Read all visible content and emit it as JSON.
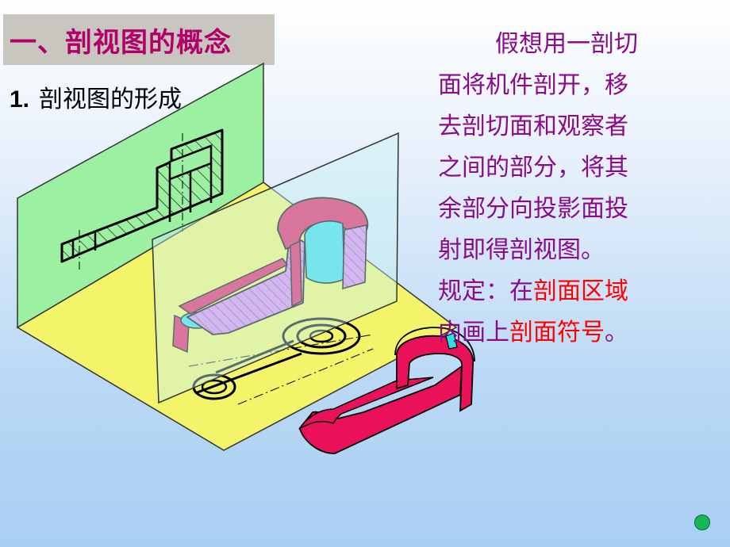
{
  "title": "一、剖视图的概念",
  "subtitle": {
    "number": "1.",
    "text": "剖视图的形成"
  },
  "description": {
    "line1": "假想用一剖切",
    "line2": "面将机件剖开，移",
    "line3": "去剖切面和观察者",
    "line4": "之间的部分，将其",
    "line5": "余部分向投影面投",
    "line6": "射即得剖视图。",
    "rule_prefix": "规定：在",
    "rule_red1": "剖面区域",
    "rule_mid_a": "内画上",
    "rule_red2": "剖面符号",
    "rule_end": "。"
  },
  "colors": {
    "title_bg": "#c8c6be",
    "title_text": "#b1006a",
    "description_text": "#8a0a8a",
    "highlight": "#ff0000",
    "projection_plane": "#9cf0a2",
    "floor_plane": "#f4f46a",
    "part_face": "#e8115a",
    "section_hatch": "#dd88ee",
    "bore": "#33dde8"
  }
}
